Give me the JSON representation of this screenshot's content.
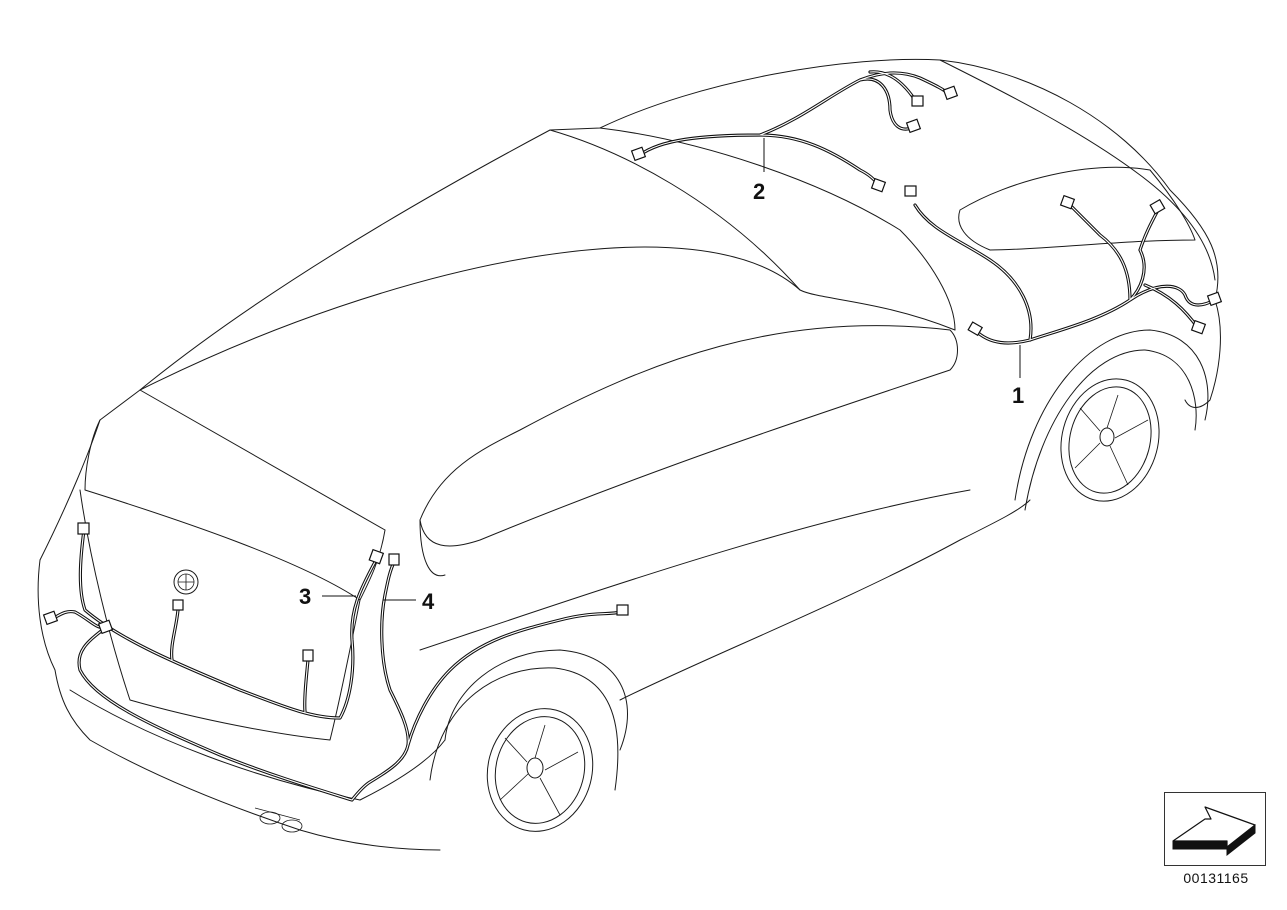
{
  "callouts": [
    {
      "id": "1",
      "label": "1"
    },
    {
      "id": "2",
      "label": "2"
    },
    {
      "id": "3",
      "label": "3"
    },
    {
      "id": "4",
      "label": "4"
    }
  ],
  "reference_number": "00131165",
  "icons": {
    "nav_arrow": "arrow-right-icon",
    "brand_emblem": "roundel-emblem-icon"
  },
  "colors": {
    "line": "#1a1a1a",
    "background": "#ffffff"
  }
}
